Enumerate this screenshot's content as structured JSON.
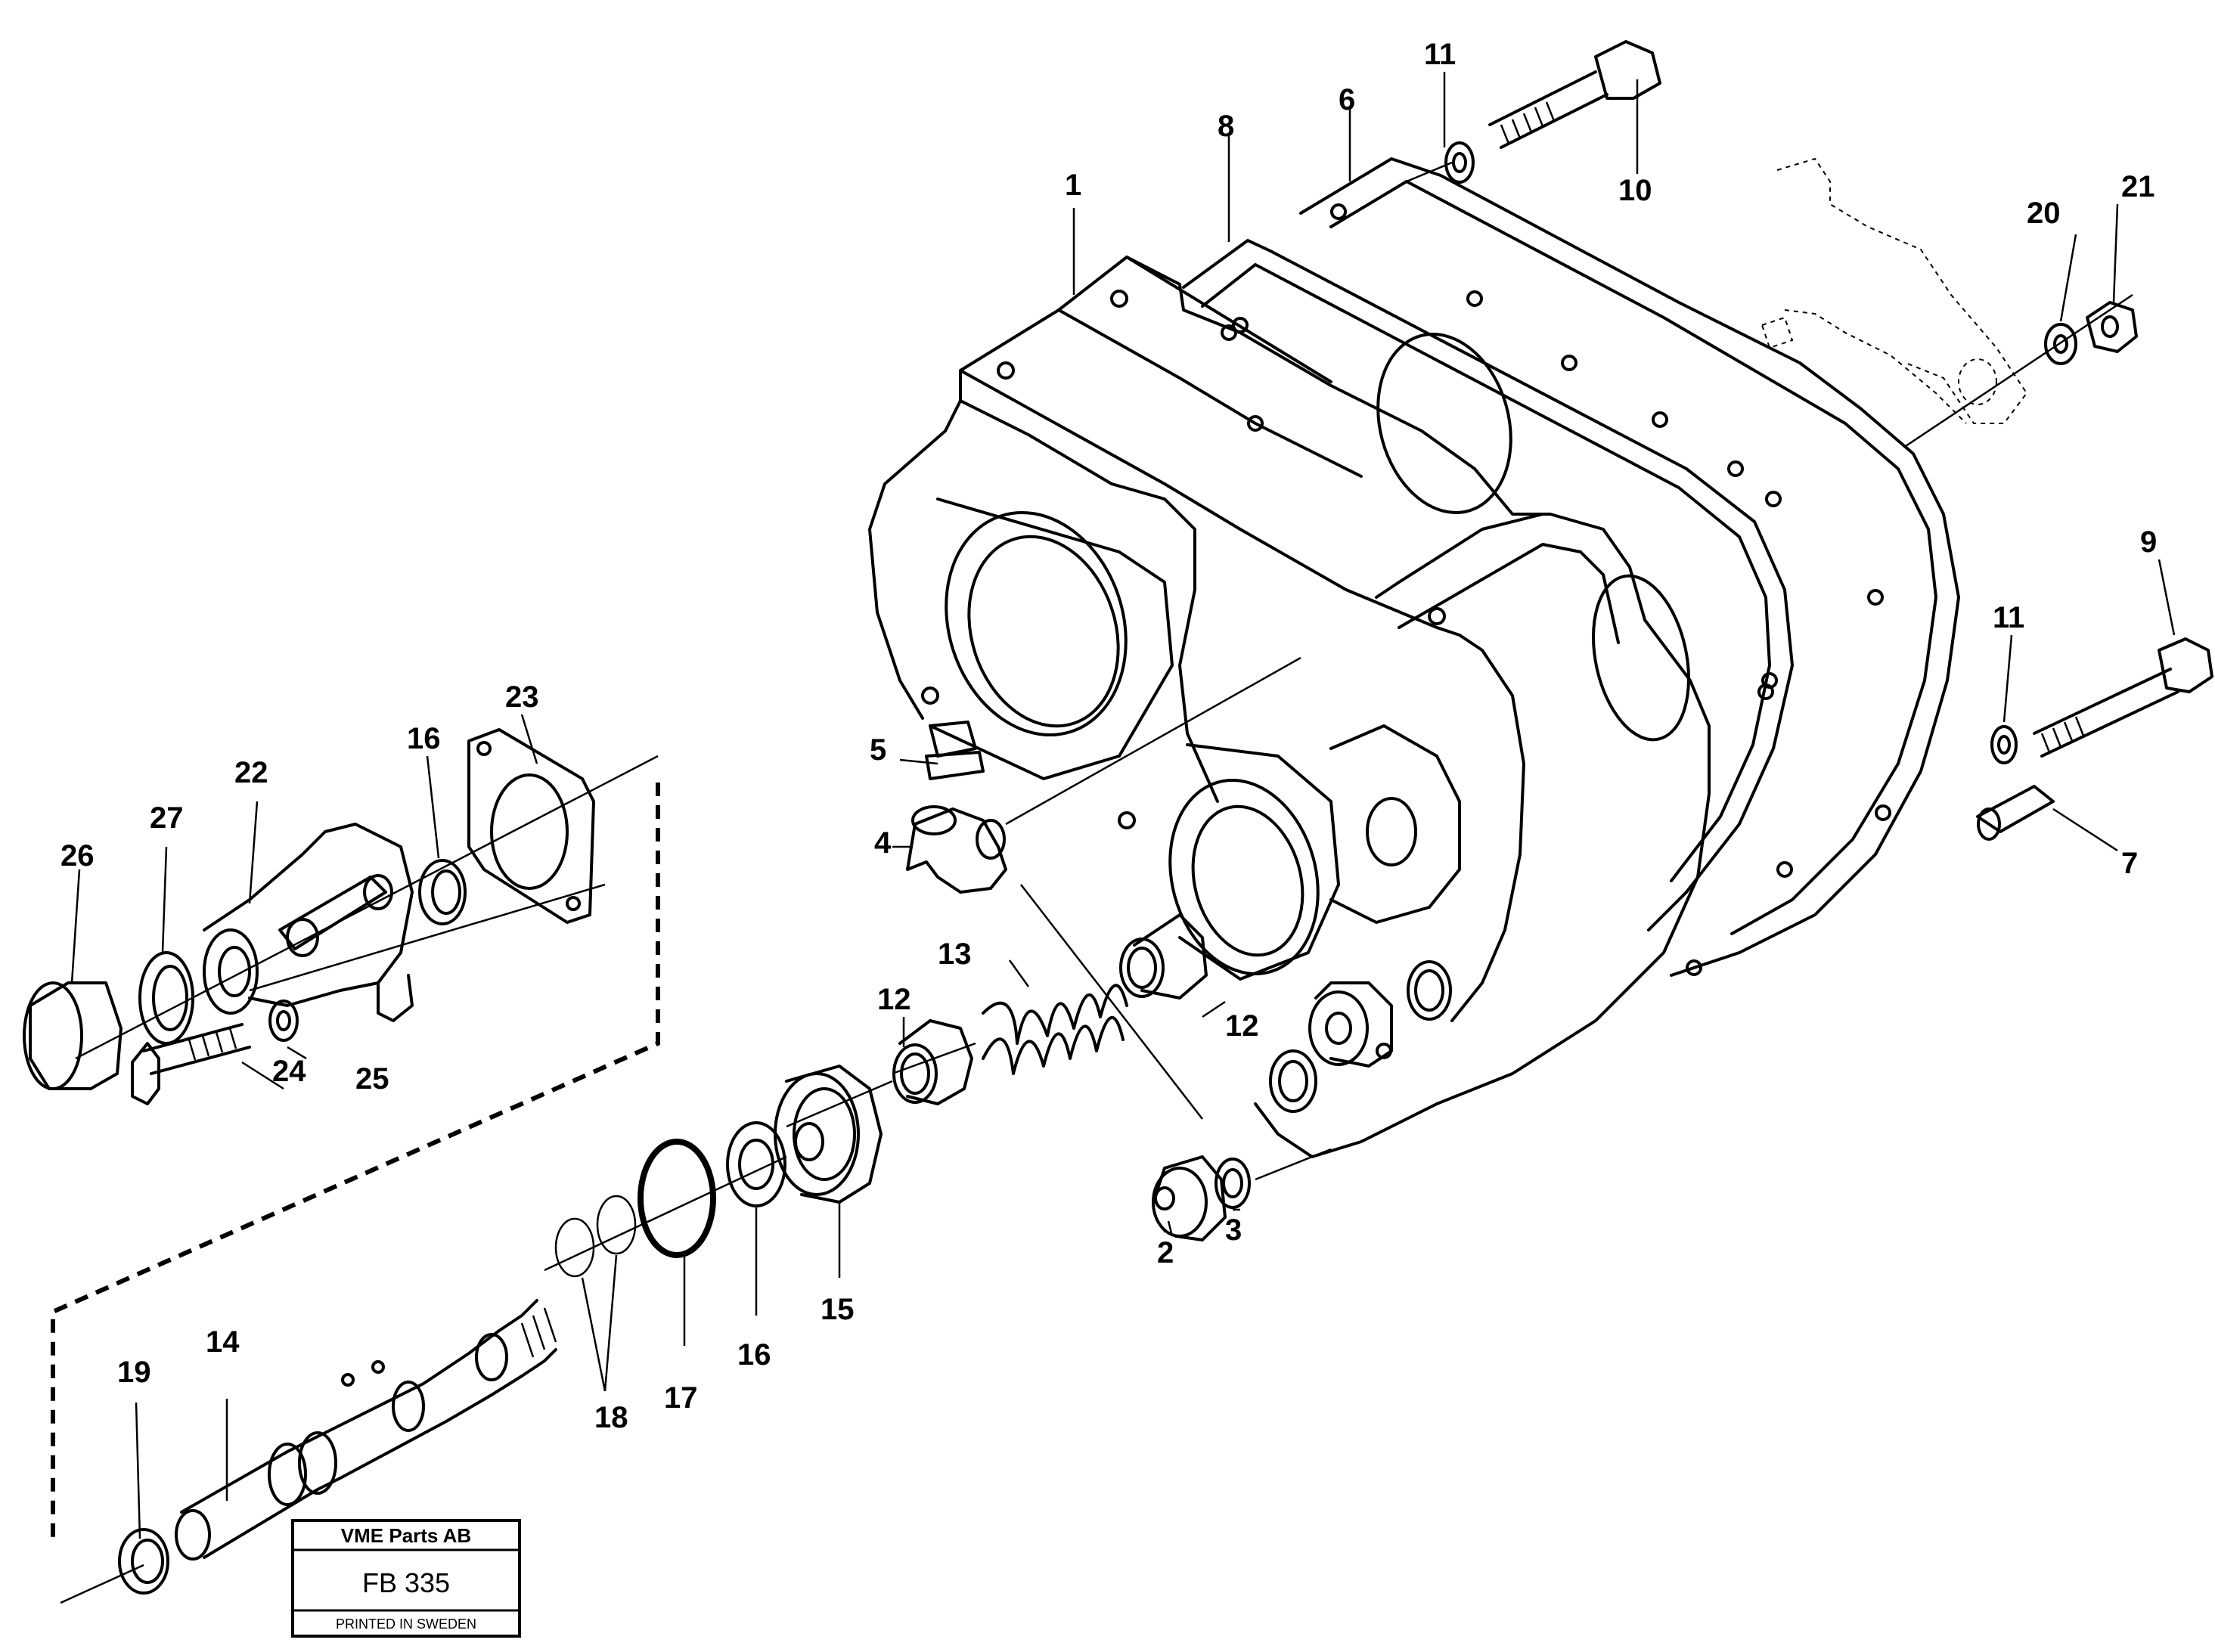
{
  "callouts": [
    {
      "id": "1",
      "text": "1"
    },
    {
      "id": "2",
      "text": "2"
    },
    {
      "id": "3",
      "text": "3"
    },
    {
      "id": "4",
      "text": "4"
    },
    {
      "id": "5",
      "text": "5"
    },
    {
      "id": "6",
      "text": "6"
    },
    {
      "id": "7",
      "text": "7"
    },
    {
      "id": "8",
      "text": "8"
    },
    {
      "id": "9",
      "text": "9"
    },
    {
      "id": "10",
      "text": "10"
    },
    {
      "id": "11a",
      "text": "11"
    },
    {
      "id": "11b",
      "text": "11"
    },
    {
      "id": "12a",
      "text": "12"
    },
    {
      "id": "12b",
      "text": "12"
    },
    {
      "id": "13",
      "text": "13"
    },
    {
      "id": "14",
      "text": "14"
    },
    {
      "id": "15",
      "text": "15"
    },
    {
      "id": "16a",
      "text": "16"
    },
    {
      "id": "16b",
      "text": "16"
    },
    {
      "id": "17",
      "text": "17"
    },
    {
      "id": "18",
      "text": "18"
    },
    {
      "id": "19",
      "text": "19"
    },
    {
      "id": "20",
      "text": "20"
    },
    {
      "id": "21",
      "text": "21"
    },
    {
      "id": "22",
      "text": "22"
    },
    {
      "id": "23",
      "text": "23"
    },
    {
      "id": "24",
      "text": "24"
    },
    {
      "id": "25",
      "text": "25"
    },
    {
      "id": "26",
      "text": "26"
    },
    {
      "id": "27",
      "text": "27"
    }
  ],
  "title_block": {
    "company": "VME Parts AB",
    "code": "FB 335",
    "printed": "PRINTED IN SWEDEN"
  }
}
